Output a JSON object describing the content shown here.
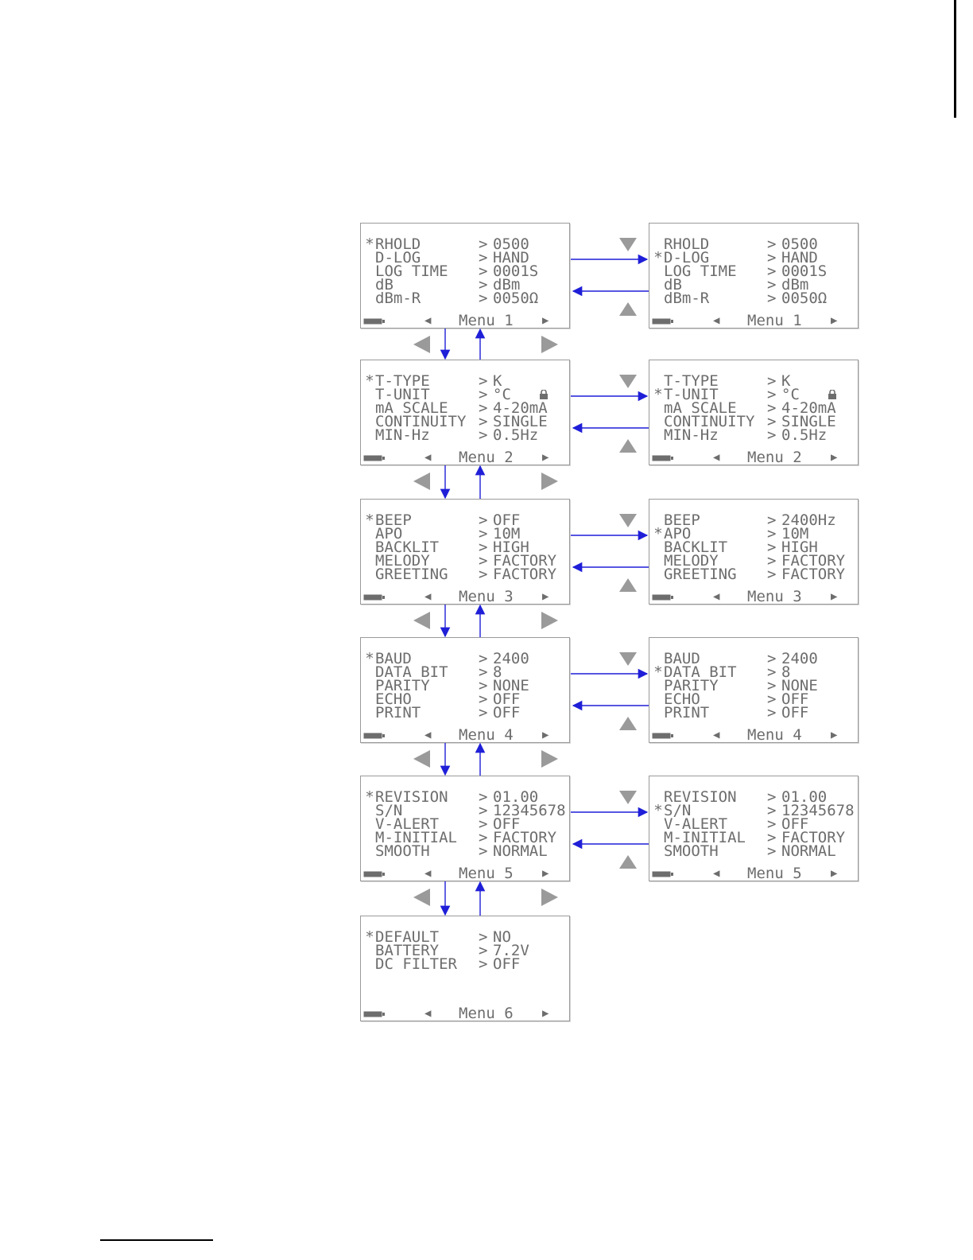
{
  "menus": [
    {
      "title": "Menu 1",
      "rows": [
        [
          "RHOLD",
          "0500"
        ],
        [
          "D-LOG",
          "HAND"
        ],
        [
          "LOG TIME",
          "0001S"
        ],
        [
          "dB",
          "dBm"
        ],
        [
          "dBm-R",
          "0050Ω"
        ]
      ],
      "rows_alt": [
        [
          "RHOLD",
          "0500"
        ],
        [
          "D-LOG",
          "HAND"
        ],
        [
          "LOG TIME",
          "0001S"
        ],
        [
          "dB",
          "dBm"
        ],
        [
          "dBm-R",
          "0050Ω"
        ]
      ]
    },
    {
      "title": "Menu 2",
      "rows": [
        [
          "T-TYPE",
          "K"
        ],
        [
          "T-UNIT",
          "°C"
        ],
        [
          "mA SCALE",
          "4-20mA"
        ],
        [
          "CONTINUITY",
          "SINGLE"
        ],
        [
          "MIN-Hz",
          "0.5Hz"
        ]
      ],
      "rows_alt": [
        [
          "T-TYPE",
          "K"
        ],
        [
          "T-UNIT",
          "°C"
        ],
        [
          "mA SCALE",
          "4-20mA"
        ],
        [
          "CONTINUITY",
          "SINGLE"
        ],
        [
          "MIN-Hz",
          "0.5Hz"
        ]
      ]
    },
    {
      "title": "Menu 3",
      "rows": [
        [
          "BEEP",
          "OFF"
        ],
        [
          "APO",
          "10M"
        ],
        [
          "BACKLIT",
          "HIGH"
        ],
        [
          "MELODY",
          "FACTORY"
        ],
        [
          "GREETING",
          "FACTORY"
        ]
      ],
      "rows_alt": [
        [
          "BEEP",
          "2400Hz"
        ],
        [
          "APO",
          "10M"
        ],
        [
          "BACKLIT",
          "HIGH"
        ],
        [
          "MELODY",
          "FACTORY"
        ],
        [
          "GREETING",
          "FACTORY"
        ]
      ]
    },
    {
      "title": "Menu 4",
      "rows": [
        [
          "BAUD",
          "2400"
        ],
        [
          "DATA BIT",
          "8"
        ],
        [
          "PARITY",
          "NONE"
        ],
        [
          "ECHO",
          "OFF"
        ],
        [
          "PRINT",
          "OFF"
        ]
      ],
      "rows_alt": [
        [
          "BAUD",
          "2400"
        ],
        [
          "DATA BIT",
          "8"
        ],
        [
          "PARITY",
          "NONE"
        ],
        [
          "ECHO",
          "OFF"
        ],
        [
          "PRINT",
          "OFF"
        ]
      ]
    },
    {
      "title": "Menu 5",
      "rows": [
        [
          "REVISION",
          "01.00"
        ],
        [
          "S/N",
          "12345678"
        ],
        [
          "V-ALERT",
          "OFF"
        ],
        [
          "M-INITIAL",
          "FACTORY"
        ],
        [
          "SMOOTH",
          "NORMAL"
        ]
      ],
      "rows_alt": [
        [
          "REVISION",
          "01.00"
        ],
        [
          "S/N",
          "12345678"
        ],
        [
          "V-ALERT",
          "OFF"
        ],
        [
          "M-INITIAL",
          "FACTORY"
        ],
        [
          "SMOOTH",
          "NORMAL"
        ]
      ]
    },
    {
      "title": "Menu 6",
      "rows": [
        [
          "DEFAULT",
          "NO"
        ],
        [
          "BATTERY",
          "7.2V"
        ],
        [
          "DC FILTER",
          "OFF"
        ]
      ]
    }
  ],
  "marker": "*",
  "colors": {
    "lcd_text": "#6d6d6d",
    "arrow": "#1f1fd8",
    "nav_key": "#9a9a9a",
    "panel_border": "#9a9a9a"
  },
  "icons": [
    "battery-icon",
    "left-triangle-icon",
    "right-triangle-icon",
    "lock-icon",
    "down-key-icon",
    "up-key-icon",
    "left-key-icon",
    "right-key-icon"
  ]
}
